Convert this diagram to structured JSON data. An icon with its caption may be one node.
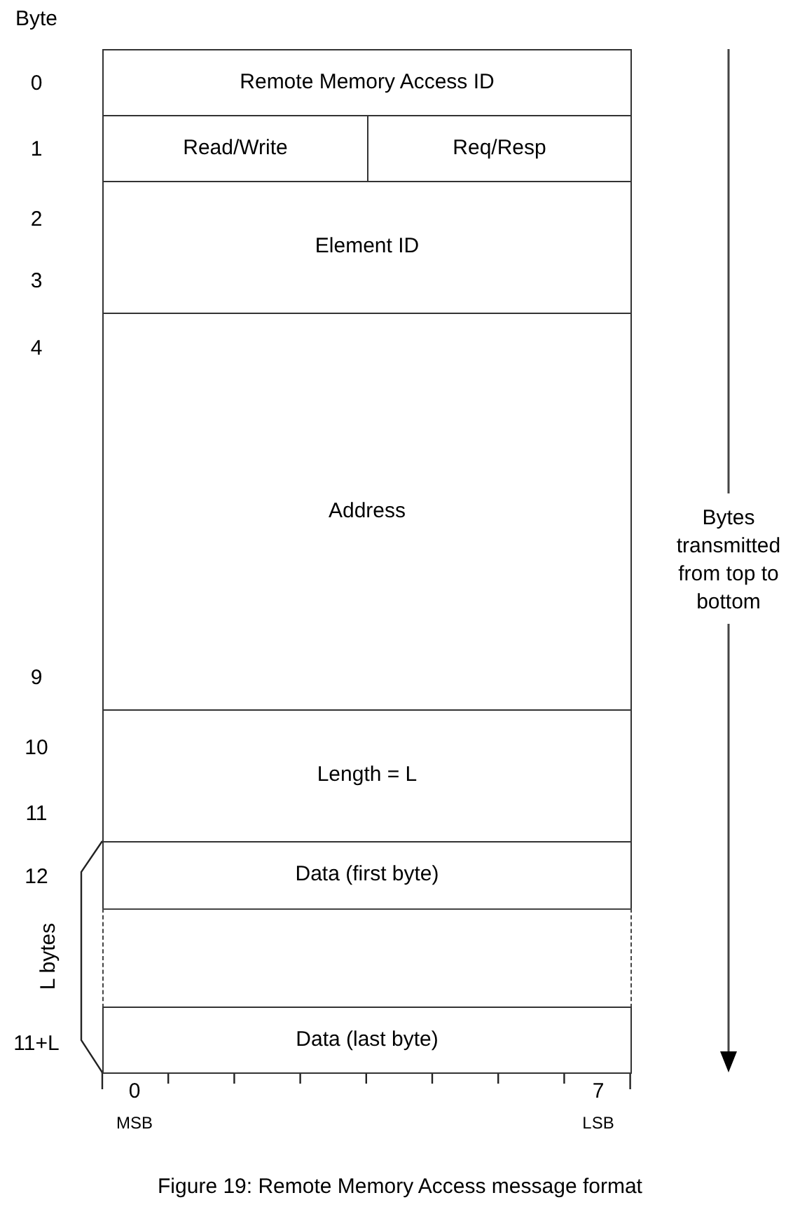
{
  "diagram": {
    "caption": "Figure 19: Remote Memory Access message format",
    "nodes": [
      {
        "text": [
          "Remote Memory Access ID"
        ]
      },
      {
        "text": [
          "Read/Write"
        ]
      },
      {
        "text": [
          "Req/Resp"
        ]
      },
      {
        "text": [
          "Element ID"
        ]
      },
      {
        "text": [
          "Address"
        ]
      },
      {
        "text": [
          "Length = L"
        ]
      },
      {
        "text": [
          "Data (first byte)"
        ]
      },
      {
        "text": [],
        "shape": "box"
      },
      {
        "text": [
          "Data (last byte)"
        ]
      }
    ],
    "edges": [],
    "labels": [
      "Byte",
      "0",
      "1",
      "2",
      "3",
      "4",
      "9",
      "10",
      "11",
      "12",
      "L bytes",
      "11+L",
      "0",
      "7",
      "MSB",
      "LSB",
      "Bytes transmitted from top to bottom"
    ]
  }
}
